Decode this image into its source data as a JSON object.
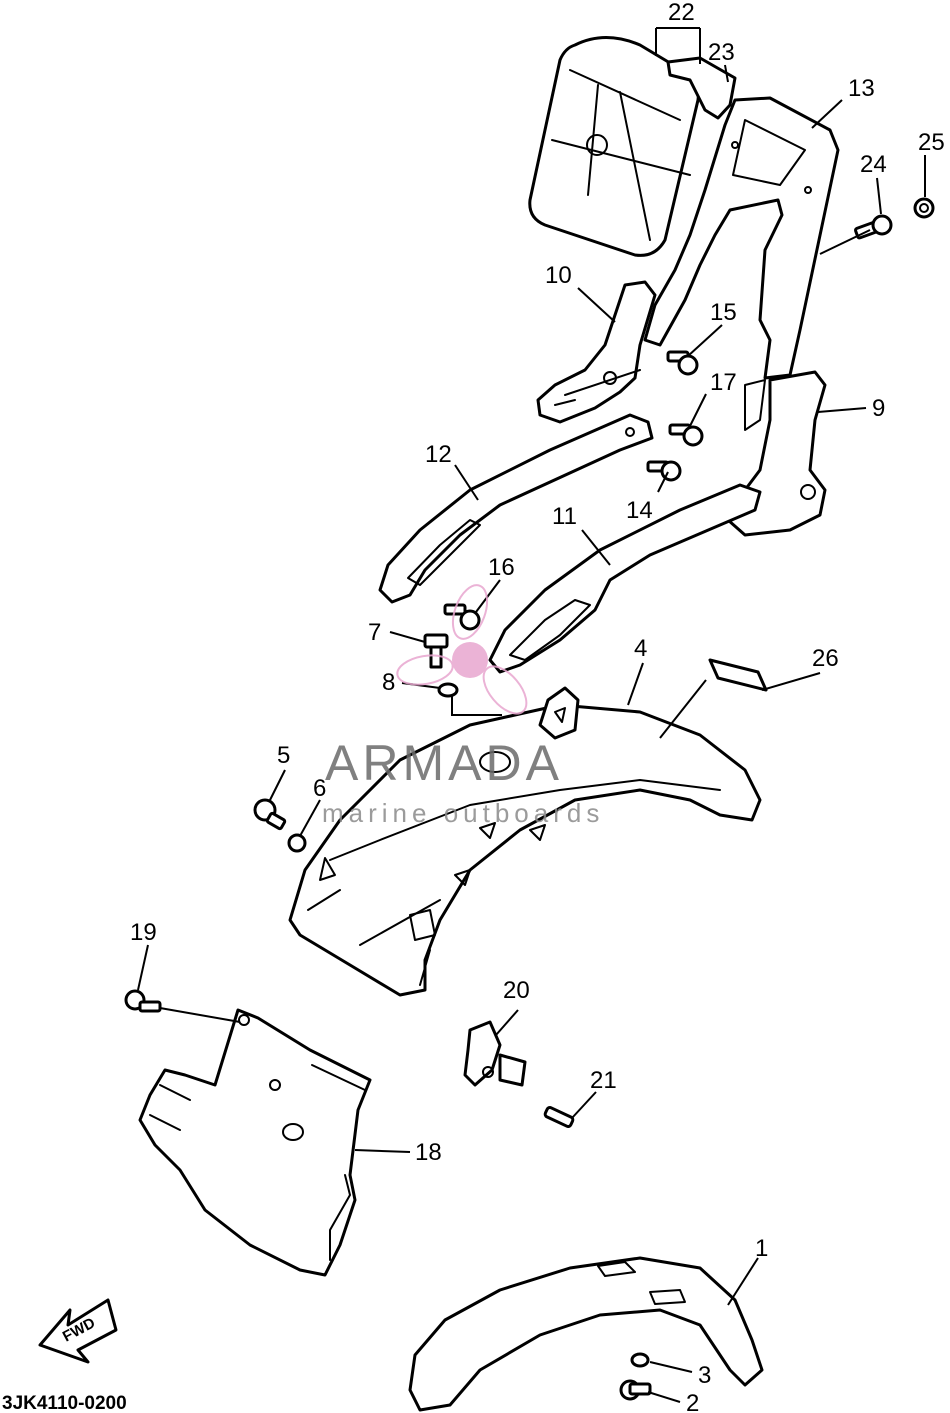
{
  "diagram": {
    "code": "3JK4110-0200",
    "direction_label": "FWD",
    "callouts": [
      "1",
      "2",
      "3",
      "4",
      "5",
      "6",
      "7",
      "8",
      "9",
      "10",
      "11",
      "12",
      "13",
      "14",
      "15",
      "16",
      "17",
      "18",
      "19",
      "20",
      "21",
      "22",
      "23",
      "24",
      "25",
      "26"
    ]
  },
  "watermark": {
    "brand": "ARMADA",
    "tagline": "marine outboards",
    "logo_color": "#e8a6cf"
  }
}
